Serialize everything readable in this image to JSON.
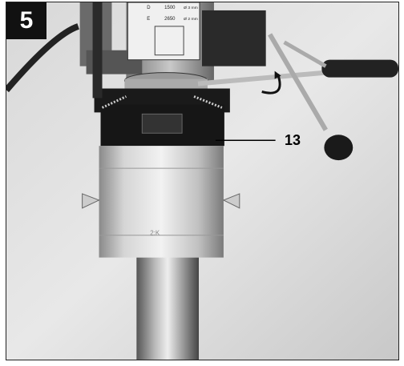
{
  "figure": {
    "number": "5",
    "callout_label": "13"
  },
  "scale_plate": {
    "row1_left": "D",
    "row1_mid": "1500",
    "row1_right": "Ø 3 mm",
    "row2_left": "E",
    "row2_mid": "2650",
    "row2_right": "Ø 2 mm"
  },
  "guard_marking": "2:K",
  "colors": {
    "badge_bg": "#111111",
    "frame_border": "#222222"
  }
}
